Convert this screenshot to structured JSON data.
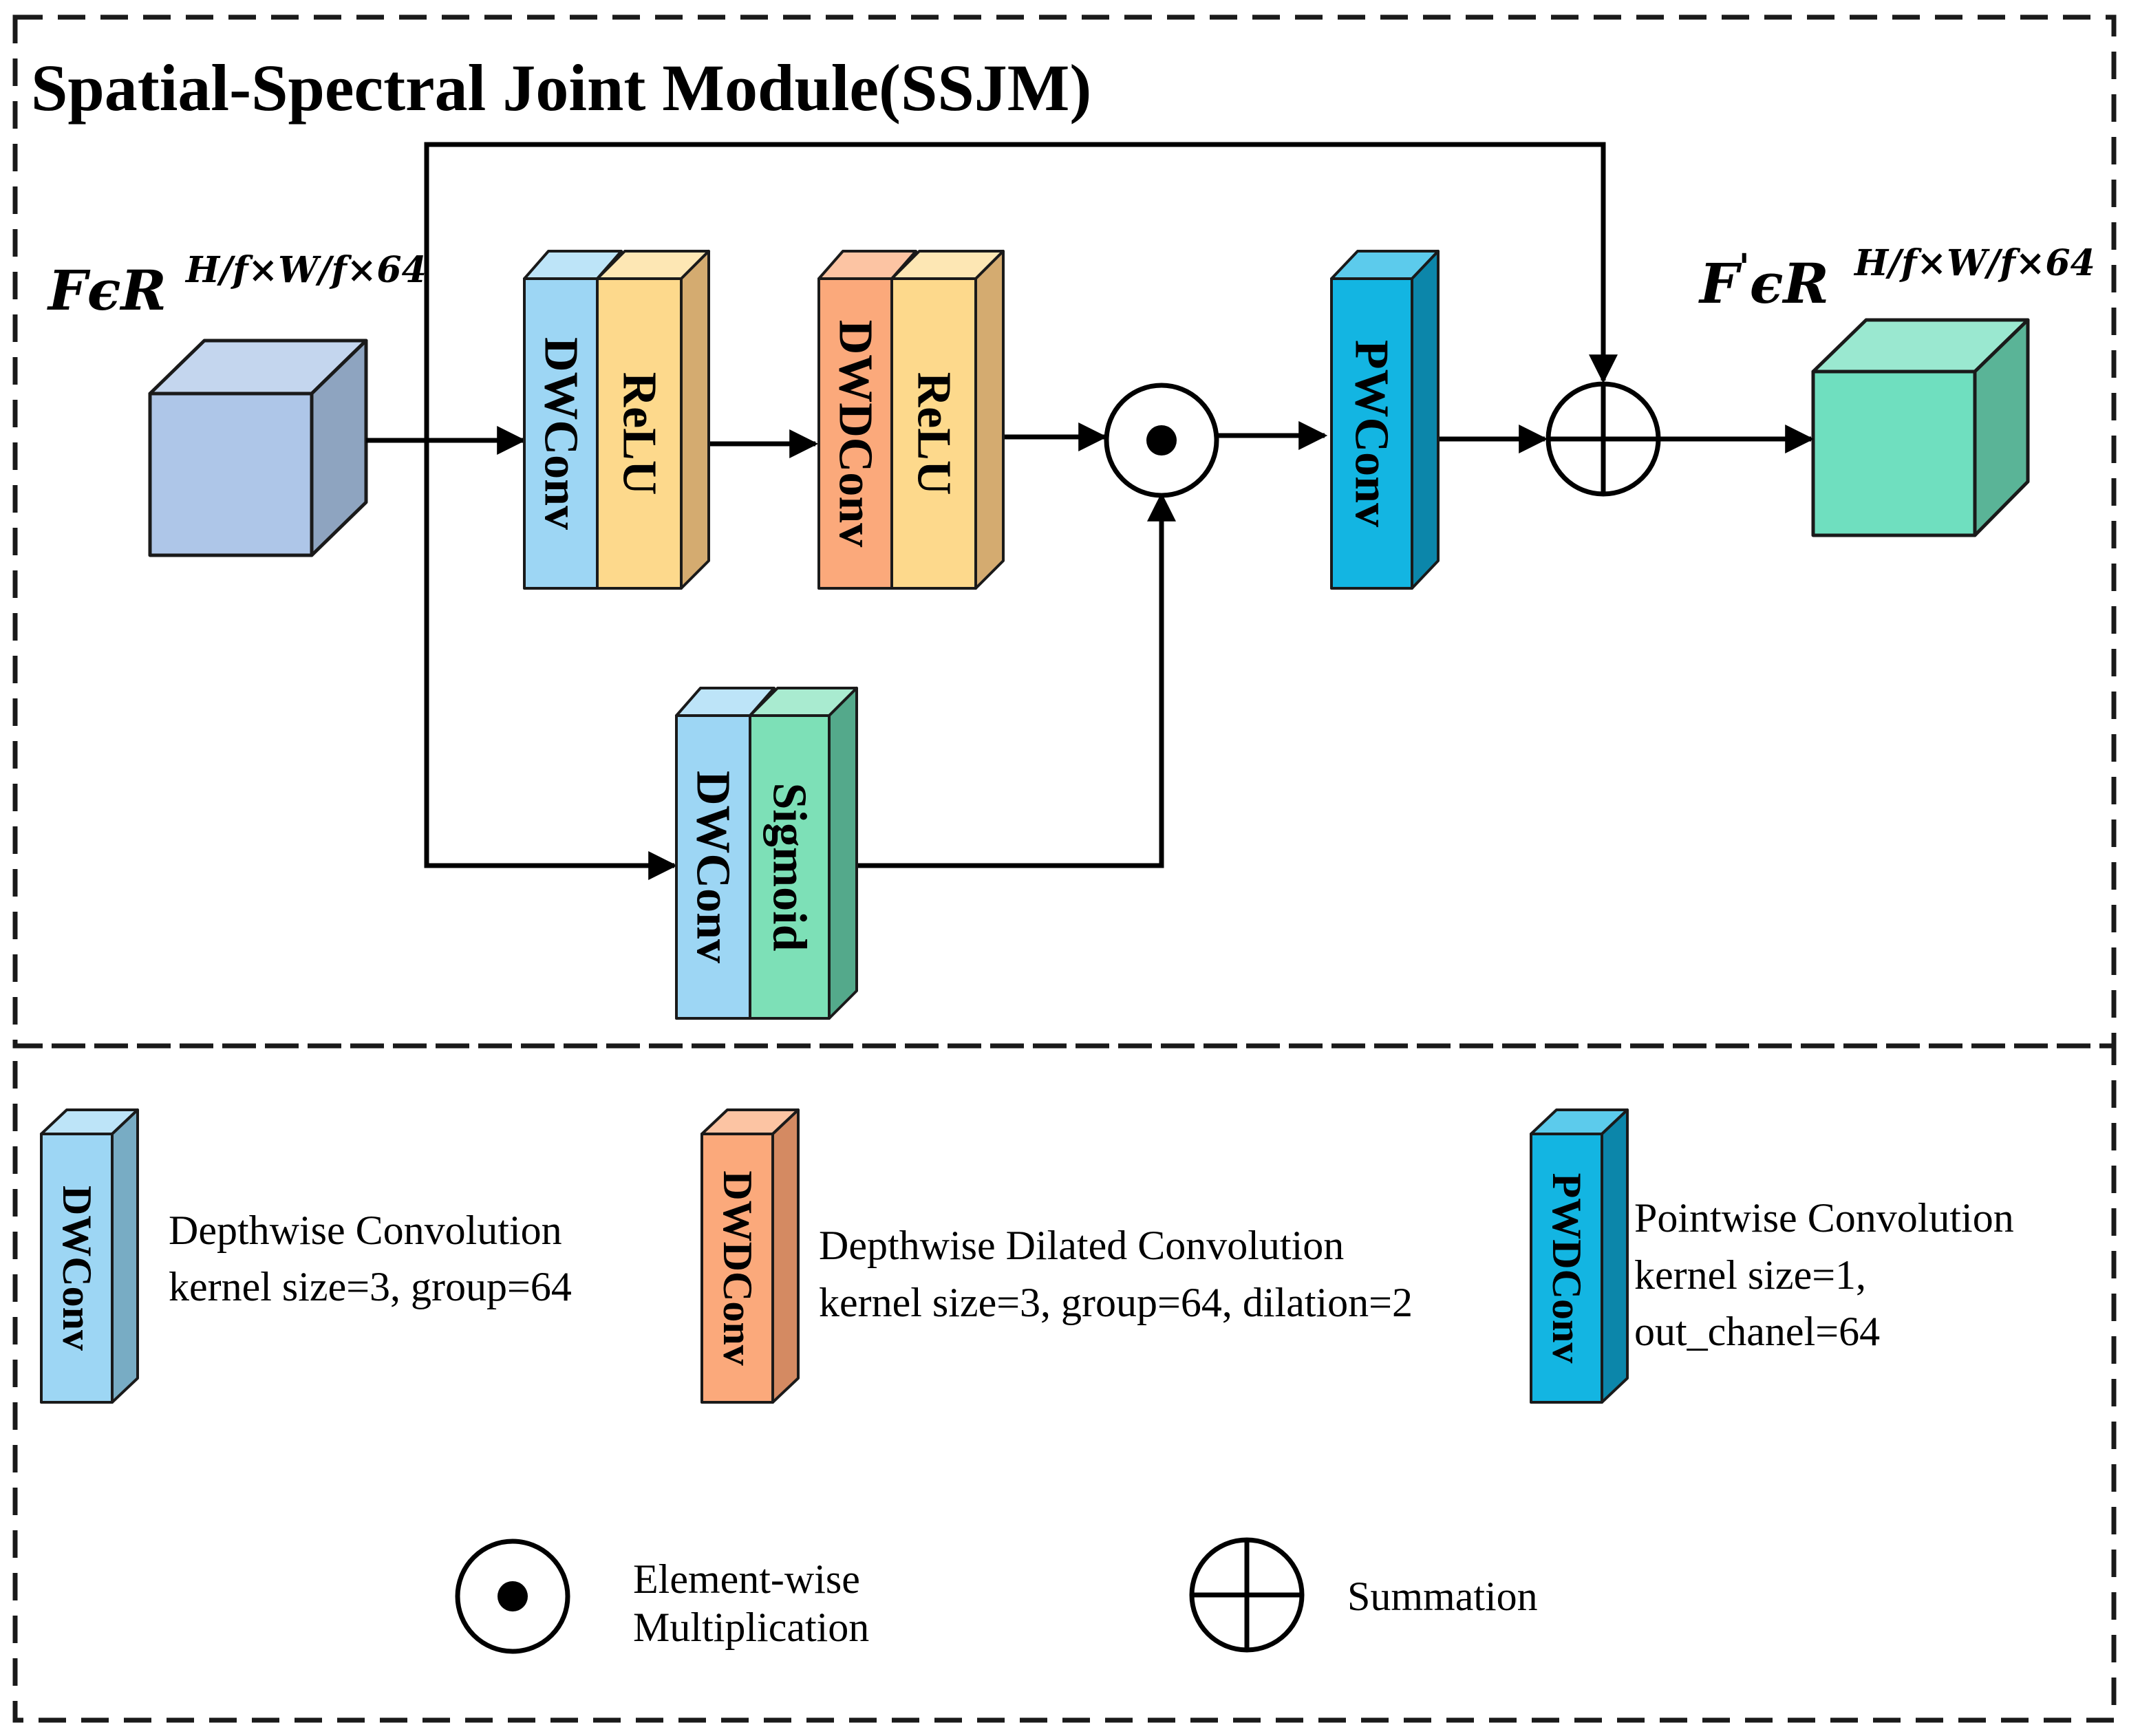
{
  "title": "Spatial-Spectral Joint Module(SSJM)",
  "input": {
    "symbol": "F",
    "relation": "ϵ",
    "space": "R",
    "superscript": "H/f×W/f×64"
  },
  "output": {
    "symbol": "F",
    "prime": "'",
    "relation": "ϵ",
    "space": "R",
    "superscript": "H/f×W/f×64"
  },
  "blocks": {
    "top1_a": "DWConv",
    "top1_b": "ReLU",
    "top2_a": "DWDConv",
    "top2_b": "ReLU",
    "bottom_a": "DWConv",
    "bottom_b": "Sigmoid",
    "pw": "PWConv"
  },
  "legend": {
    "dw": {
      "block": "DWConv",
      "line1": "Depthwise Convolution",
      "line2": "kernel size=3, group=64"
    },
    "dwd": {
      "block": "DWDConv",
      "line1": "Depthwise Dilated Convolution",
      "line2": "kernel size=3, group=64, dilation=2"
    },
    "pw": {
      "block": "PWDConv",
      "line1": "Pointwise Convolution",
      "line2": "kernel size=1,",
      "line3": "out_chanel=64"
    },
    "mult": {
      "line1": "Element-wise",
      "line2": "Multiplication"
    },
    "sum": {
      "line1": "Summation"
    }
  },
  "colors": {
    "input_cube": "#aec6e8",
    "output_cube": "#6fdfbf",
    "dwconv": "#9dd6f4",
    "relu": "#fdd98c",
    "dwdconv": "#fba97b",
    "sigmoid": "#7de0b7",
    "pwconv": "#13b5e2"
  }
}
